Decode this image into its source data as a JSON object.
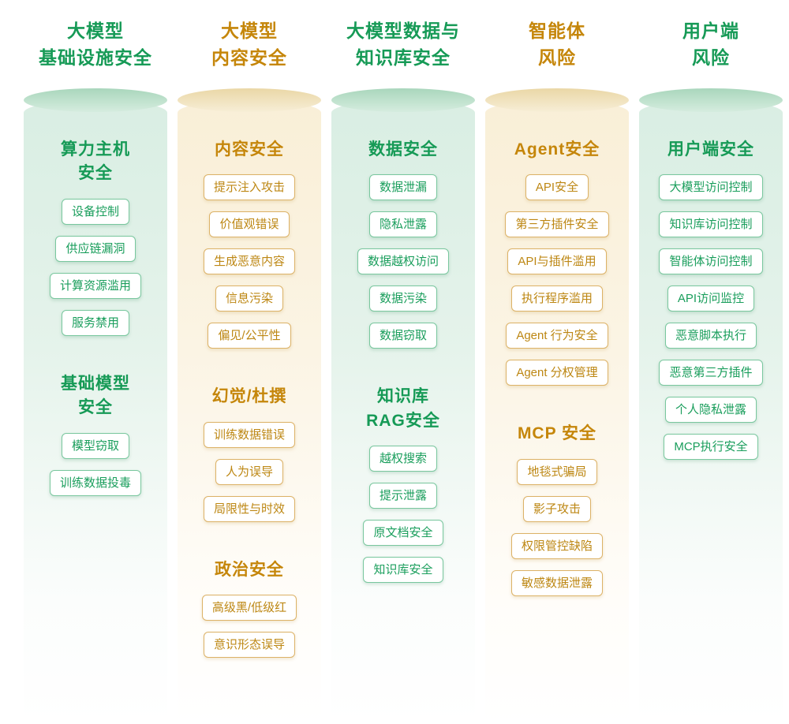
{
  "colors": {
    "green": "#169a56",
    "amber": "#c5860a"
  },
  "columns": [
    {
      "theme": "green",
      "title_lines": [
        "大模型",
        "基础设施安全"
      ],
      "sections": [
        {
          "heading_lines": [
            "算力主机",
            "安全"
          ],
          "items": [
            "设备控制",
            "供应链漏洞",
            "计算资源滥用",
            "服务禁用"
          ]
        },
        {
          "heading_lines": [
            "基础模型",
            "安全"
          ],
          "items": [
            "模型窃取",
            "训练数据投毒"
          ]
        }
      ]
    },
    {
      "theme": "amber",
      "title_lines": [
        "大模型",
        "内容安全"
      ],
      "sections": [
        {
          "heading_lines": [
            "内容安全"
          ],
          "items": [
            "提示注入攻击",
            "价值观错误",
            "生成恶意内容",
            "信息污染",
            "偏见/公平性"
          ]
        },
        {
          "heading_lines": [
            "幻觉/杜撰"
          ],
          "items": [
            "训练数据错误",
            "人为误导",
            "局限性与时效"
          ]
        },
        {
          "heading_lines": [
            "政治安全"
          ],
          "items": [
            "高级黑/低级红",
            "意识形态误导"
          ]
        }
      ]
    },
    {
      "theme": "green",
      "title_lines": [
        "大模型数据与",
        "知识库安全"
      ],
      "sections": [
        {
          "heading_lines": [
            "数据安全"
          ],
          "items": [
            "数据泄漏",
            "隐私泄露",
            "数据越权访问",
            "数据污染",
            "数据窃取"
          ]
        },
        {
          "heading_lines": [
            "知识库",
            "RAG安全"
          ],
          "items": [
            "越权搜索",
            "提示泄露",
            "原文档安全",
            "知识库安全"
          ]
        }
      ]
    },
    {
      "theme": "amber",
      "title_lines": [
        "智能体",
        "风险"
      ],
      "sections": [
        {
          "heading_lines": [
            "Agent安全"
          ],
          "items": [
            "API安全",
            "第三方插件安全",
            "API与插件滥用",
            "执行程序滥用",
            "Agent 行为安全",
            "Agent 分权管理"
          ]
        },
        {
          "heading_lines": [
            "MCP 安全"
          ],
          "items": [
            "地毯式骗局",
            "影子攻击",
            "权限管控缺陷",
            "敏感数据泄露"
          ]
        }
      ]
    },
    {
      "theme": "green",
      "title_lines": [
        "用户端",
        "风险"
      ],
      "sections": [
        {
          "heading_lines": [
            "用户端安全"
          ],
          "items": [
            "大模型访问控制",
            "知识库访问控制",
            "智能体访问控制",
            "API访问监控",
            "恶意脚本执行",
            "恶意第三方插件",
            "个人隐私泄露",
            "MCP执行安全"
          ]
        }
      ]
    }
  ]
}
